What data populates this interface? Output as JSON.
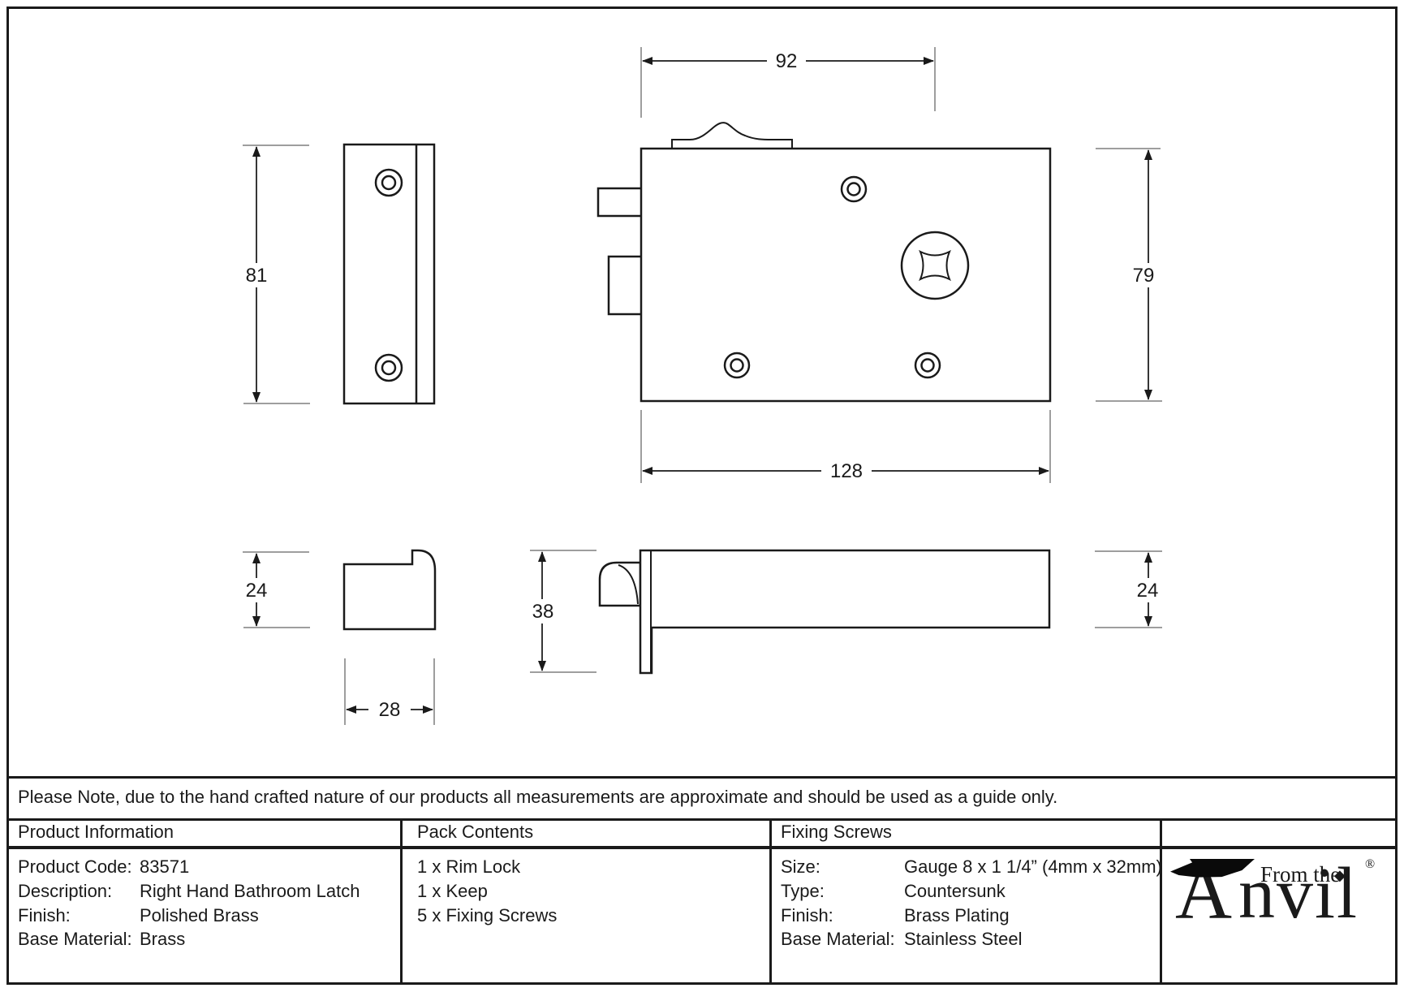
{
  "note": "Please Note, due to the hand crafted nature of our products all measurements are approximate and should be used as a guide only.",
  "dims": {
    "keep_height": "81",
    "lock_width_to_spindle": "92",
    "lock_height": "79",
    "lock_width": "128",
    "keep_depth": "24",
    "keep_width": "28",
    "lock_depth": "38",
    "case_depth": "24"
  },
  "table": {
    "product_information": {
      "header": "Product Information",
      "rows": [
        {
          "label": "Product Code:",
          "value": "83571"
        },
        {
          "label": "Description:",
          "value": "Right Hand Bathroom Latch"
        },
        {
          "label": "Finish:",
          "value": "Polished Brass"
        },
        {
          "label": "Base Material:",
          "value": "Brass"
        }
      ]
    },
    "pack_contents": {
      "header": "Pack Contents",
      "items": [
        "1 x Rim Lock",
        "1 x Keep",
        "5 x Fixing Screws"
      ]
    },
    "fixing_screws": {
      "header": "Fixing Screws",
      "rows": [
        {
          "label": "Size:",
          "value": "Gauge 8 x 1 1/4” (4mm x 32mm)"
        },
        {
          "label": "Type:",
          "value": "Countersunk"
        },
        {
          "label": "Finish:",
          "value": "Brass Plating"
        },
        {
          "label": "Base Material:",
          "value": "Stainless Steel"
        }
      ]
    }
  },
  "logo": {
    "from_the": "From the",
    "brand_initial": "A",
    "brand_rest": "nvil",
    "registered": "®",
    "diamond": "◆"
  }
}
